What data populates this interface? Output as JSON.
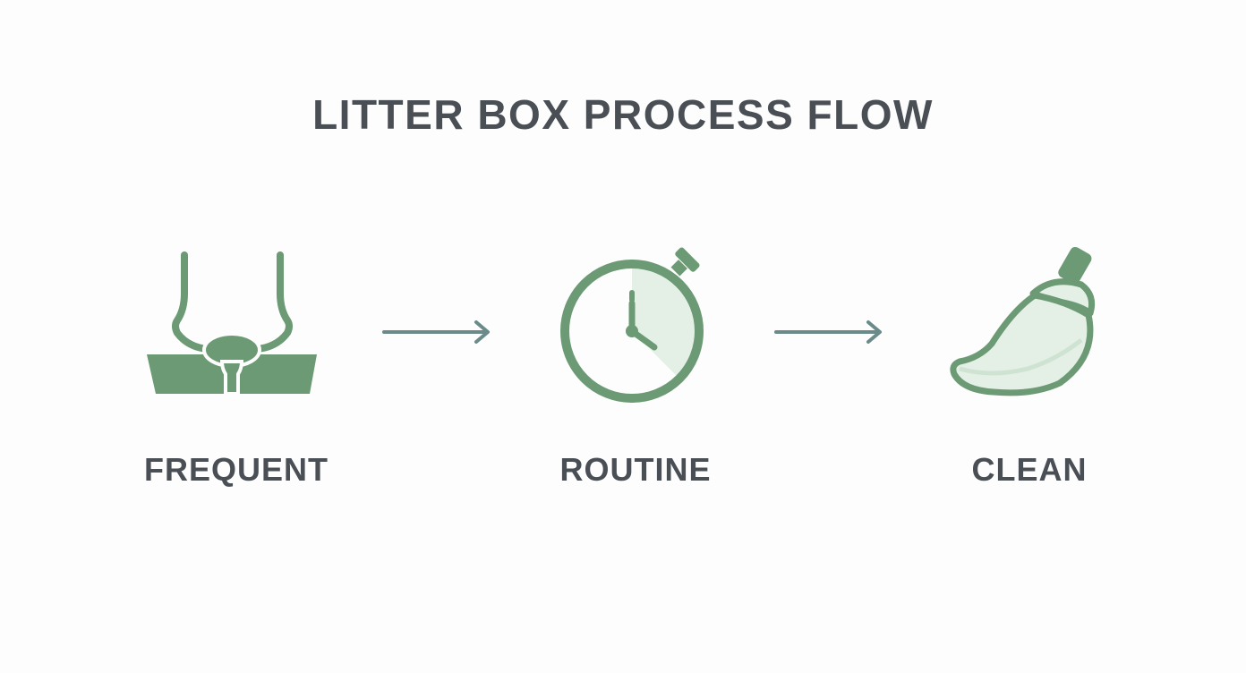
{
  "title": "LITTER BOX PROCESS FLOW",
  "steps": [
    {
      "label": "FREQUENT",
      "icon": "litter-box-icon"
    },
    {
      "label": "ROUTINE",
      "icon": "stopwatch-icon"
    },
    {
      "label": "CLEAN",
      "icon": "broom-icon"
    }
  ],
  "colors": {
    "icon_green": "#6b9a74",
    "icon_light_green": "#e4f0e6",
    "arrow": "#6b8a8a",
    "text": "#4a4f55",
    "background": "#fdfdfd"
  }
}
